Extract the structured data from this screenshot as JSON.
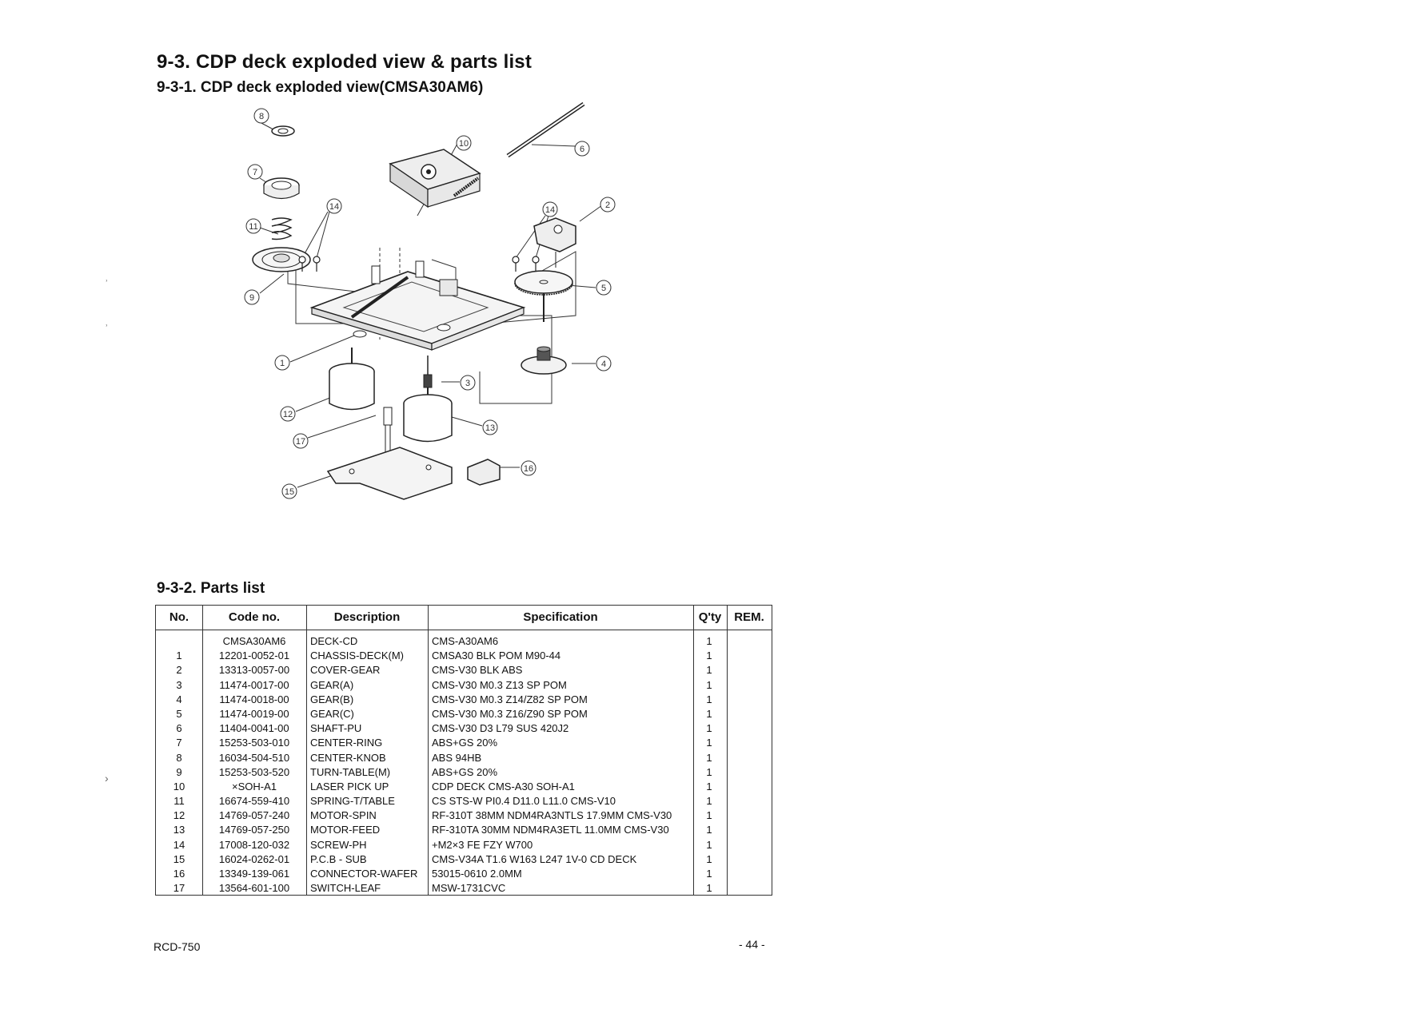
{
  "heading": "9-3. CDP deck exploded view & parts list",
  "subheading_view": "9-3-1. CDP deck exploded view(CMSA30AM6)",
  "subheading_list": "9-3-2. Parts list",
  "diagram_labels": [
    "1",
    "2",
    "3",
    "4",
    "5",
    "6",
    "7",
    "8",
    "9",
    "10",
    "11",
    "12",
    "13",
    "14",
    "14",
    "15",
    "16",
    "17"
  ],
  "table": {
    "headers": {
      "no": "No.",
      "code": "Code no.",
      "desc": "Description",
      "spec": "Specification",
      "qty": "Q'ty",
      "rem": "REM."
    },
    "rows": [
      {
        "no": "",
        "code": "CMSA30AM6",
        "desc": "DECK-CD",
        "spec": "CMS-A30AM6",
        "qty": "1"
      },
      {
        "no": "1",
        "code": "12201-0052-01",
        "desc": "CHASSIS-DECK(M)",
        "spec": "CMSA30 BLK POM M90-44",
        "qty": "1"
      },
      {
        "no": "2",
        "code": "13313-0057-00",
        "desc": "COVER-GEAR",
        "spec": "CMS-V30 BLK ABS",
        "qty": "1"
      },
      {
        "no": "3",
        "code": "11474-0017-00",
        "desc": "GEAR(A)",
        "spec": "CMS-V30  M0.3 Z13 SP POM",
        "qty": "1"
      },
      {
        "no": "4",
        "code": "11474-0018-00",
        "desc": "GEAR(B)",
        "spec": "CMS-V30 M0.3 Z14/Z82 SP POM",
        "qty": "1"
      },
      {
        "no": "5",
        "code": "11474-0019-00",
        "desc": "GEAR(C)",
        "spec": "CMS-V30 M0.3 Z16/Z90 SP POM",
        "qty": "1"
      },
      {
        "no": "6",
        "code": "11404-0041-00",
        "desc": "SHAFT-PU",
        "spec": "CMS-V30 D3 L79 SUS 420J2",
        "qty": "1"
      },
      {
        "no": "7",
        "code": "15253-503-010",
        "desc": "CENTER-RING",
        "spec": "ABS+GS 20%",
        "qty": "1"
      },
      {
        "no": "8",
        "code": "16034-504-510",
        "desc": "CENTER-KNOB",
        "spec": "ABS 94HB",
        "qty": "1"
      },
      {
        "no": "9",
        "code": "15253-503-520",
        "desc": "TURN-TABLE(M)",
        "spec": "ABS+GS 20%",
        "qty": "1"
      },
      {
        "no": "10",
        "code": "×SOH-A1",
        "desc": "LASER PICK UP",
        "spec": "CDP DECK CMS-A30 SOH-A1",
        "qty": "1"
      },
      {
        "no": "11",
        "code": "16674-559-410",
        "desc": "SPRING-T/TABLE",
        "spec": "CS STS-W  PI0.4 D11.0 L11.0 CMS-V10",
        "qty": "1"
      },
      {
        "no": "12",
        "code": "14769-057-240",
        "desc": "MOTOR-SPIN",
        "spec": "RF-310T 38MM NDM4RA3NTLS 17.9MM CMS-V30",
        "qty": "1"
      },
      {
        "no": "13",
        "code": "14769-057-250",
        "desc": "MOTOR-FEED",
        "spec": "RF-310TA 30MM  NDM4RA3ETL 11.0MM CMS-V30",
        "qty": "1"
      },
      {
        "no": "14",
        "code": "17008-120-032",
        "desc": "SCREW-PH",
        "spec": "+M2×3 FE FZY W700",
        "qty": "1"
      },
      {
        "no": "15",
        "code": "16024-0262-01",
        "desc": "P.C.B - SUB",
        "spec": "CMS-V34A T1.6 W163 L247 1V-0 CD DECK",
        "qty": "1"
      },
      {
        "no": "16",
        "code": "13349-139-061",
        "desc": "CONNECTOR-WAFER",
        "spec": "53015-0610 2.0MM",
        "qty": "1"
      },
      {
        "no": "17",
        "code": "13564-601-100",
        "desc": "SWITCH-LEAF",
        "spec": "MSW-1731CVC",
        "qty": "1"
      }
    ]
  },
  "footer": {
    "model": "RCD-750",
    "page": "- 44 -"
  }
}
